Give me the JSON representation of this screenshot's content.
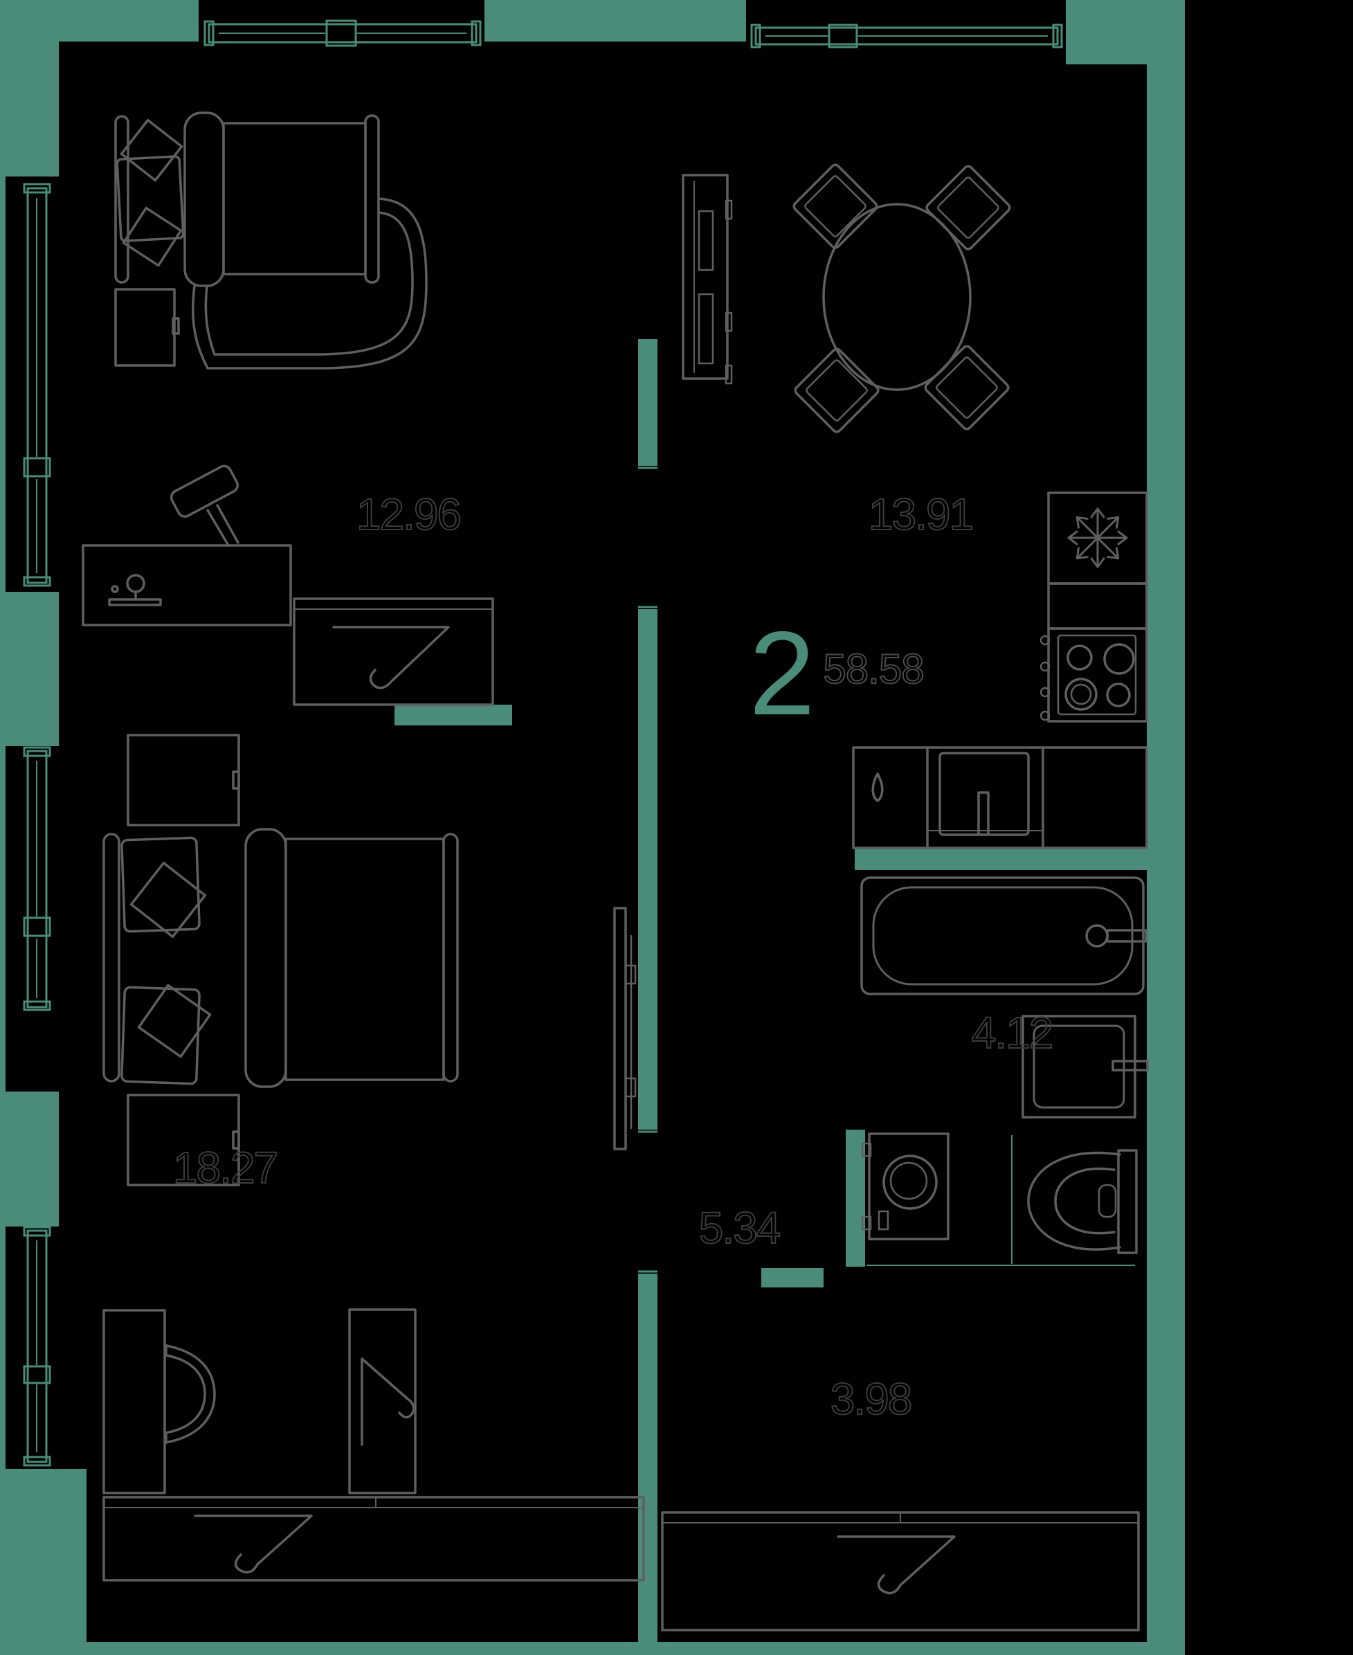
{
  "plan": {
    "legend": {
      "rooms_count": "2",
      "total_area": "58.58"
    },
    "rooms": [
      {
        "key": "living",
        "area": "12.96"
      },
      {
        "key": "kitchen",
        "area": "13.91"
      },
      {
        "key": "bedroom",
        "area": "18.27"
      },
      {
        "key": "bathroom",
        "area": "4.12"
      },
      {
        "key": "corridor",
        "area": "5.34"
      },
      {
        "key": "hallway",
        "area": "3.98"
      }
    ],
    "colors": {
      "background": "#4A8C79",
      "walls": "#000000",
      "furniture_stroke": "#5F5F5F",
      "area_label_stroke": "#3C3C3C",
      "total_label_stroke": "#4A4A4A",
      "accent": "#4A8C79"
    },
    "furniture_icons": [
      "sofa-bed-icon",
      "pillow-icon",
      "nightstand-icon",
      "desk-lamp-icon",
      "vanity-mirror-icon",
      "wardrobe-hanger-icon",
      "tv-cabinet-icon",
      "dining-table-icon",
      "dining-chair-icon",
      "fridge-snowflake-icon",
      "stove-burners-icon",
      "kitchen-sink-icon",
      "drop-handle-icon",
      "bathtub-icon",
      "washbasin-icon",
      "toilet-icon",
      "washing-machine-icon",
      "desk-icon",
      "desk-chair-icon",
      "tv-icon",
      "window-icon"
    ]
  }
}
